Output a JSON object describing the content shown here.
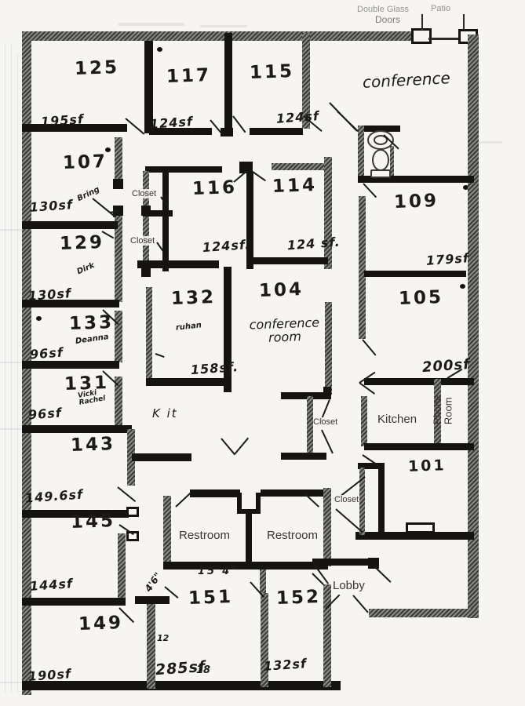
{
  "title": "Scanned office floor plan with handwritten room numbers and square footages",
  "top_labels": {
    "double_glass_line1": "Double Glass",
    "double_glass_line2": "Doors",
    "patio": "Patio",
    "conference_area": "conference"
  },
  "rooms": {
    "r125": {
      "number": "125",
      "area": "195sf"
    },
    "r117": {
      "number": "117",
      "area": "124sf"
    },
    "r115": {
      "number": "115",
      "area": "124sf"
    },
    "r107": {
      "number": "107",
      "area": "130sf",
      "note": "Bring"
    },
    "r129": {
      "number": "129",
      "area": "130sf",
      "note": "Dirk"
    },
    "r133": {
      "number": "133",
      "area": "96sf",
      "note": "Deanna"
    },
    "r131": {
      "number": "131",
      "area": "96sf",
      "note1": "Vicki",
      "note2": "Rachel"
    },
    "r143": {
      "number": "143",
      "area": "149.6sf"
    },
    "r145": {
      "number": "145",
      "area": "144sf"
    },
    "r149": {
      "number": "149",
      "area": "190sf"
    },
    "r151": {
      "number": "151",
      "area": "285sf",
      "extra": "18",
      "dimension": "15'4\"",
      "note12": "12"
    },
    "r152": {
      "number": "152",
      "area": "132sf"
    },
    "r116": {
      "number": "116",
      "area": "124sf."
    },
    "r114": {
      "number": "114",
      "area": "124 sf."
    },
    "r132": {
      "number": "132",
      "area": "158sf.",
      "note": "ruhan"
    },
    "r104": {
      "number": "104",
      "name_line1": "conference",
      "name_line2": "room"
    },
    "r109": {
      "number": "109",
      "area": "179sf"
    },
    "r105": {
      "number": "105"
    },
    "r101": {
      "number": "101"
    }
  },
  "typed_labels": {
    "kitchen": "Kitchen",
    "phone_line1": "Phone",
    "phone_line2": "Room",
    "restroom_left": "Restroom",
    "restroom_right": "Restroom",
    "lobby": "Lobby",
    "closet_upper": "Closet",
    "closet_lower": "Closet",
    "closet_center": "Closet",
    "closet_lobby": "Closet"
  },
  "annotations": {
    "kit": "K it",
    "sf_200": "200sf",
    "dim_entry": "4'6\""
  }
}
